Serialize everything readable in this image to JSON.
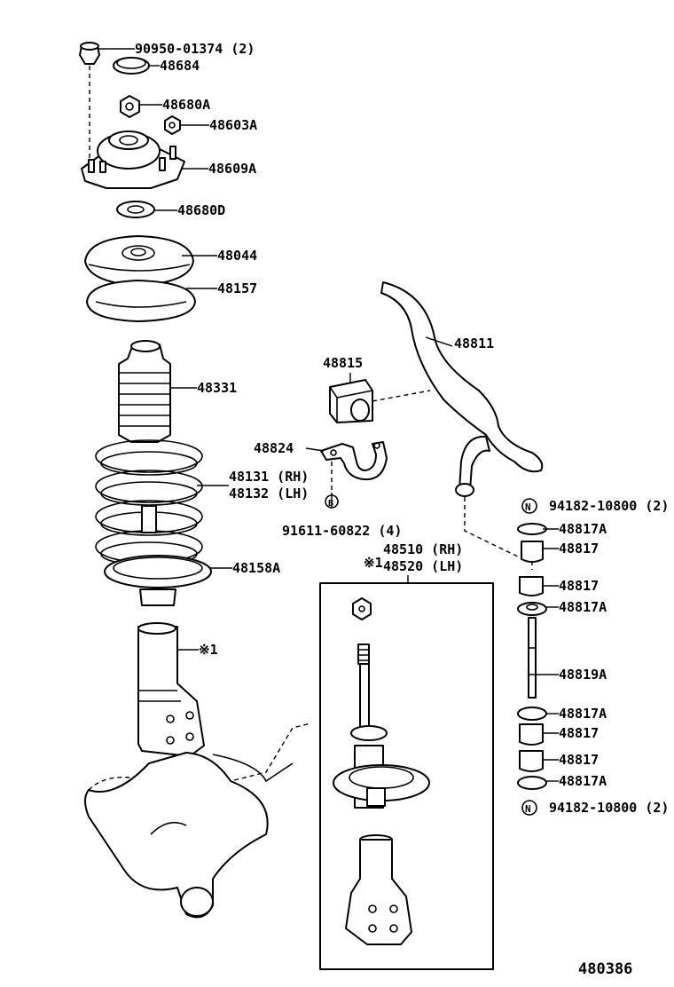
{
  "diagram": {
    "figure_number": "480386",
    "labels": {
      "p90950": "90950-01374 (2)",
      "p48684": "48684",
      "p48680A": "48680A",
      "p48603A": "48603A",
      "p48609A": "48609A",
      "p48680D": "48680D",
      "p48044": "48044",
      "p48157": "48157",
      "p48331": "48331",
      "p48131": "48131 (RH)",
      "p48132": "48132 (LH)",
      "p48158A": "48158A",
      "star1_strut": "※1",
      "p48811": "48811",
      "p48815": "48815",
      "p48824": "48824",
      "p91611": "91611-60822 (4)",
      "circle_b": "B",
      "star1_box": "※1",
      "p48510": "48510 (RH)",
      "p48520": "48520 (LH)",
      "circle_n_top": "N",
      "p94182_top": "94182-10800 (2)",
      "p48817A_1": "48817A",
      "p48817_1": "48817",
      "p48817_2": "48817",
      "p48817A_2": "48817A",
      "p48819A": "48819A",
      "p48817A_3": "48817A",
      "p48817_3": "48817",
      "p48817_4": "48817",
      "p48817A_4": "48817A",
      "circle_n_bottom": "N",
      "p94182_bottom": "94182-10800 (2)"
    }
  }
}
